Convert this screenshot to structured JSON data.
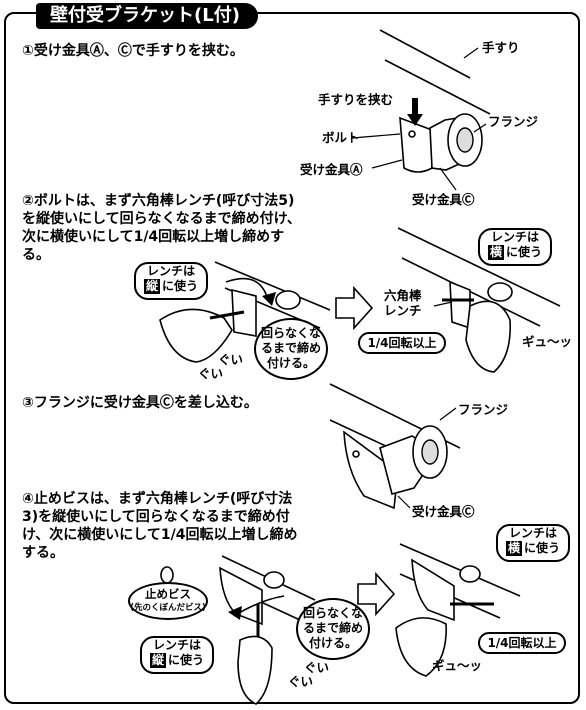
{
  "title": "壁付受ブラケット(L付)",
  "steps": [
    {
      "text": "①受け金具Ⓐ、Ⓒで手すりを挟む。"
    },
    {
      "text": "②ボルトは、まず六角棒レンチ(呼び寸法5)を縦使いにして回らなくなるまで締め付け、次に横使いにして1/4回転以上増し締めする。"
    },
    {
      "text": "③フランジに受け金具Ⓒを差し込む。"
    },
    {
      "text": "④止めビスは、まず六角棒レンチ(呼び寸法3)を縦使いにして回らなくなるまで締め付け、次に横使いにして1/4回転以上増し締めする。"
    }
  ],
  "fig1": {
    "handrail": "手すり",
    "pinch": "手すりを挟む",
    "bolt": "ボルト",
    "bracket_a": "受け金具Ⓐ",
    "flange": "フランジ",
    "bracket_c": "受け金具Ⓒ"
  },
  "fig2": {
    "wrench_vertical_prefix": "レンチは",
    "wrench_vertical_boxed": "縦",
    "wrench_vertical_suffix": "に使う",
    "until_tight_1": "回らなくな",
    "until_tight_2": "るまで締め",
    "until_tight_3": "付ける。",
    "gui1": "ぐい",
    "gui2": "ぐい",
    "hex_wrench_1": "六角棒",
    "hex_wrench_2": "レンチ",
    "wrench_horizontal_prefix": "レンチは",
    "wrench_horizontal_boxed": "横",
    "wrench_horizontal_suffix": "に使う",
    "quarter_turn": "1/4回転以上",
    "gyu": "ギュ～ッ"
  },
  "fig3": {
    "flange": "フランジ",
    "bracket_c": "受け金具Ⓒ"
  },
  "fig4": {
    "screw": "止めビス",
    "screw_note": "(先のくぼんだビス)",
    "wrench_vertical_prefix": "レンチは",
    "wrench_vertical_boxed": "縦",
    "wrench_vertical_suffix": "に使う",
    "until_tight_1": "回らなくな",
    "until_tight_2": "るまで締め",
    "until_tight_3": "付ける。",
    "gui1": "ぐい",
    "gui2": "ぐい",
    "wrench_horizontal_prefix": "レンチは",
    "wrench_horizontal_boxed": "横",
    "wrench_horizontal_suffix": "に使う",
    "quarter_turn": "1/4回転以上",
    "gyu": "ギュ～ッ"
  }
}
